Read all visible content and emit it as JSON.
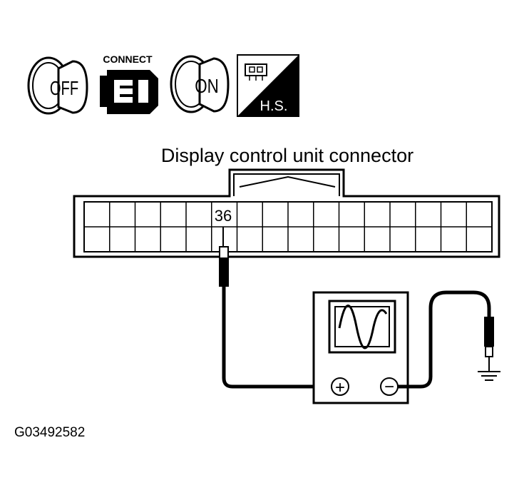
{
  "icons": {
    "key_off_text": "OFF",
    "connect_text": "CONNECT",
    "key_on_text": "ON",
    "hs_text": "H.S."
  },
  "connector": {
    "title": "Display control unit connector",
    "terminal": "36"
  },
  "oscilloscope": {
    "positive_symbol": "+",
    "negative_symbol": "−"
  },
  "figure_id": "G03492582"
}
